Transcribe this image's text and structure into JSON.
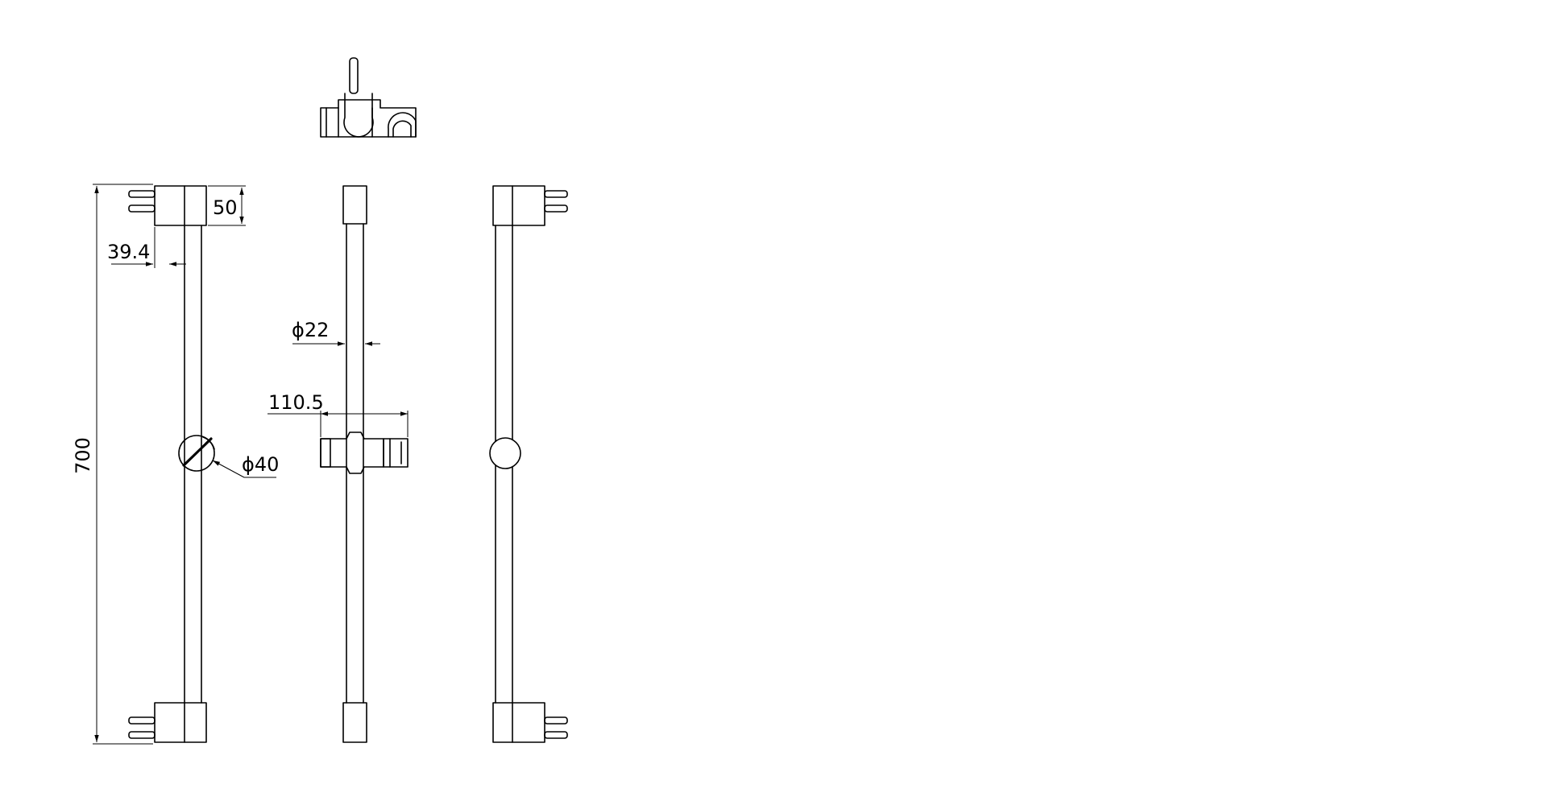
{
  "dimensions": {
    "total_length": "700",
    "bracket_height": "50",
    "wall_offset": "39.4",
    "rail_diameter": "ϕ22",
    "slider_width": "110.5",
    "knob_diameter": "ϕ40"
  },
  "colors": {
    "line": "#000000",
    "background": "#ffffff"
  }
}
